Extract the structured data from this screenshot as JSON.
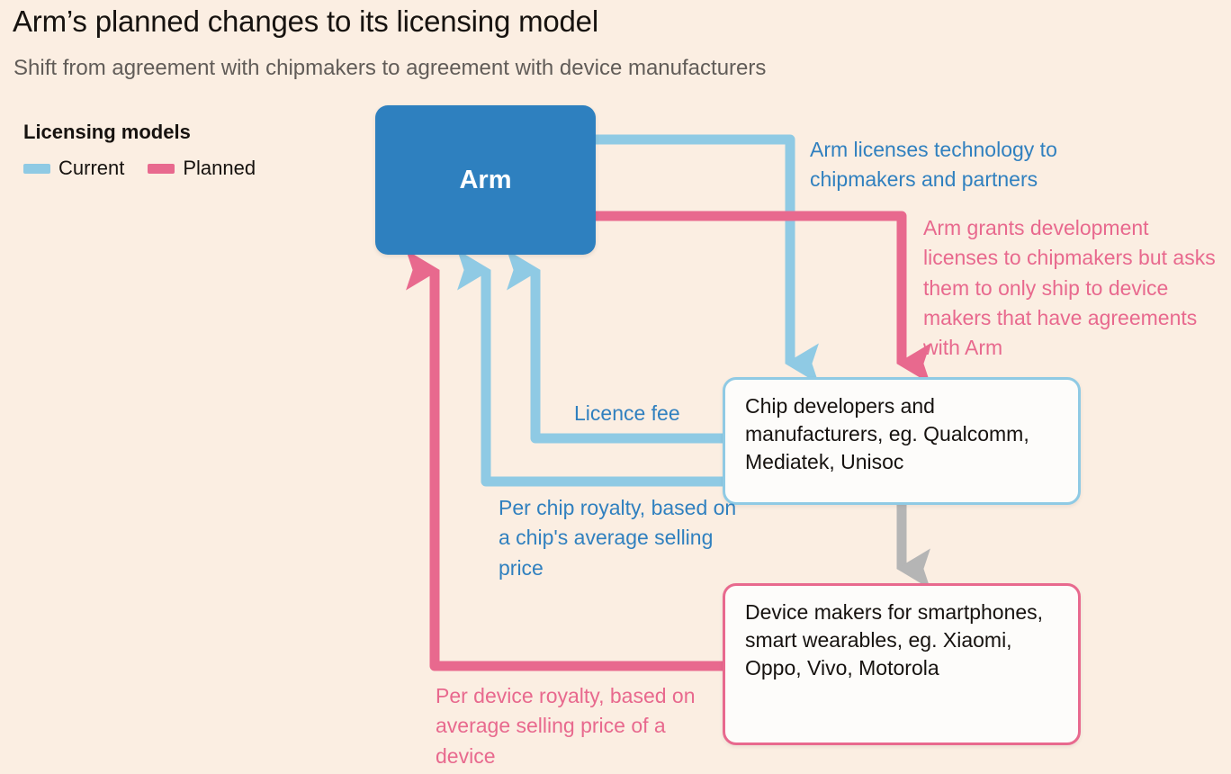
{
  "header": {
    "title": "Arm’s planned changes to its licensing model",
    "subtitle": "Shift from agreement with chipmakers to agreement with device manufacturers"
  },
  "legend": {
    "title": "Licensing models",
    "items": [
      {
        "label": "Current",
        "color": "#8fcae4"
      },
      {
        "label": "Planned",
        "color": "#e8698e"
      }
    ]
  },
  "nodes": {
    "arm": {
      "label": "Arm",
      "color": "#2e80bf",
      "text_color": "#ffffff"
    },
    "chip": {
      "text": "Chip developers and manufacturers, eg. Qualcomm, Mediatek, Unisoc",
      "border_color": "#8fcae4"
    },
    "device": {
      "text": "Device makers for smartphones, smart wearables, eg. Xiaomi, Oppo, Vivo, Motorola",
      "border_color": "#e8698e"
    }
  },
  "annotations": {
    "licenses_to_chipmakers": "Arm licenses technology to chipmakers and partners",
    "grants_development": "Arm grants development licenses to chipmakers but asks them to only ship to device makers that have agreements with Arm",
    "licence_fee": "Licence fee",
    "per_chip_royalty": "Per chip royalty, based on a chip's average selling price",
    "per_device_royalty": "Per device royalty, based on average selling price of a device"
  },
  "colors": {
    "background": "#fbeee2",
    "current_blue": "#8fcae4",
    "planned_pink": "#e8698e",
    "arm_blue": "#2e80bf",
    "neutral_gray": "#b5b5b5",
    "anno_blue_text": "#3080bf"
  },
  "diagram_flows": [
    {
      "from": "arm",
      "to": "chip",
      "type": "current",
      "label": "Arm licenses technology to chipmakers and partners"
    },
    {
      "from": "arm",
      "to": "chip",
      "type": "planned",
      "label": "Arm grants development licenses to chipmakers but asks them to only ship to device makers that have agreements with Arm"
    },
    {
      "from": "chip",
      "to": "arm",
      "type": "current",
      "label": "Licence fee"
    },
    {
      "from": "chip",
      "to": "arm",
      "type": "current",
      "label": "Per chip royalty, based on a chip's average selling price"
    },
    {
      "from": "chip",
      "to": "device",
      "type": "neutral",
      "label": ""
    },
    {
      "from": "device",
      "to": "arm",
      "type": "planned",
      "label": "Per device royalty, based on average selling price of a device"
    }
  ]
}
